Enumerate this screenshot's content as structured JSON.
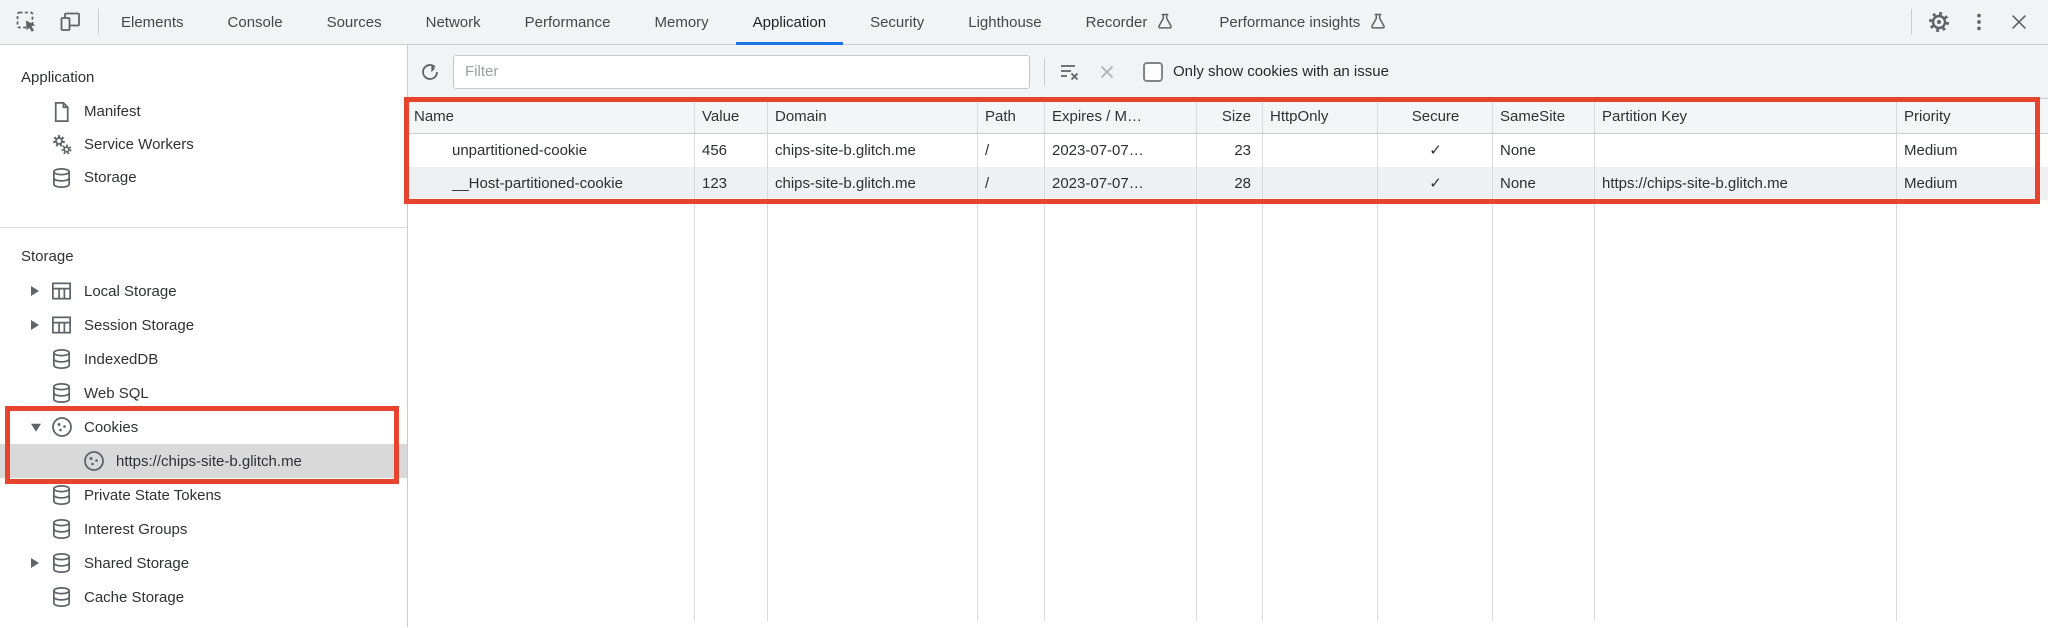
{
  "tabbar": {
    "tabs": [
      {
        "label": "Elements",
        "active": false,
        "flask": false
      },
      {
        "label": "Console",
        "active": false,
        "flask": false
      },
      {
        "label": "Sources",
        "active": false,
        "flask": false
      },
      {
        "label": "Network",
        "active": false,
        "flask": false
      },
      {
        "label": "Performance",
        "active": false,
        "flask": false
      },
      {
        "label": "Memory",
        "active": false,
        "flask": false
      },
      {
        "label": "Application",
        "active": true,
        "flask": false
      },
      {
        "label": "Security",
        "active": false,
        "flask": false
      },
      {
        "label": "Lighthouse",
        "active": false,
        "flask": false
      },
      {
        "label": "Recorder",
        "active": false,
        "flask": true
      },
      {
        "label": "Performance insights",
        "active": false,
        "flask": true
      }
    ],
    "active_tab": "Application",
    "accent_color": "#1a73e8",
    "icons": [
      "inspect-icon",
      "device-toolbar-icon",
      "settings-gear-icon",
      "more-menu-icon",
      "close-icon",
      "experiment-flask-icon"
    ]
  },
  "sidebar": {
    "sections": [
      {
        "title": "Application",
        "items": [
          {
            "label": "Manifest",
            "icon": "document-icon"
          },
          {
            "label": "Service Workers",
            "icon": "gears-icon"
          },
          {
            "label": "Storage",
            "icon": "database-icon"
          }
        ]
      },
      {
        "title": "Storage",
        "items": [
          {
            "label": "Local Storage",
            "icon": "table-icon",
            "expander": "collapsed"
          },
          {
            "label": "Session Storage",
            "icon": "table-icon",
            "expander": "collapsed"
          },
          {
            "label": "IndexedDB",
            "icon": "database-icon"
          },
          {
            "label": "Web SQL",
            "icon": "database-icon"
          },
          {
            "label": "Cookies",
            "icon": "cookie-icon",
            "expander": "expanded"
          },
          {
            "label": "https://chips-site-b.glitch.me",
            "icon": "cookie-icon",
            "selected": true,
            "child": true
          },
          {
            "label": "Private State Tokens",
            "icon": "database-icon"
          },
          {
            "label": "Interest Groups",
            "icon": "database-icon"
          },
          {
            "label": "Shared Storage",
            "icon": "database-icon",
            "expander": "collapsed"
          },
          {
            "label": "Cache Storage",
            "icon": "database-icon"
          }
        ]
      }
    ]
  },
  "toolbar": {
    "filter_placeholder": "Filter",
    "filter_value": "",
    "only_issue_label": "Only show cookies with an issue",
    "checkbox_checked": false,
    "icons": [
      "refresh-icon",
      "clear-filter-icon",
      "delete-selected-icon",
      "checkbox"
    ]
  },
  "cookie_table": {
    "columns": [
      "Name",
      "Value",
      "Domain",
      "Path",
      "Expires / M…",
      "Size",
      "HttpOnly",
      "Secure",
      "SameSite",
      "Partition Key",
      "Priority"
    ],
    "rows": [
      {
        "name": "unpartitioned-cookie",
        "value": "456",
        "domain": "chips-site-b.glitch.me",
        "path": "/",
        "expires": "2023-07-07…",
        "size": "23",
        "http_only": "",
        "secure": "✓",
        "same_site": "None",
        "partition_key": "",
        "priority": "Medium"
      },
      {
        "name": "__Host-partitioned-cookie",
        "value": "123",
        "domain": "chips-site-b.glitch.me",
        "path": "/",
        "expires": "2023-07-07…",
        "size": "28",
        "http_only": "",
        "secure": "✓",
        "same_site": "None",
        "partition_key": "https://chips-site-b.glitch.me",
        "priority": "Medium"
      }
    ]
  },
  "annotations": {
    "highlight_color": "#e8432d"
  }
}
